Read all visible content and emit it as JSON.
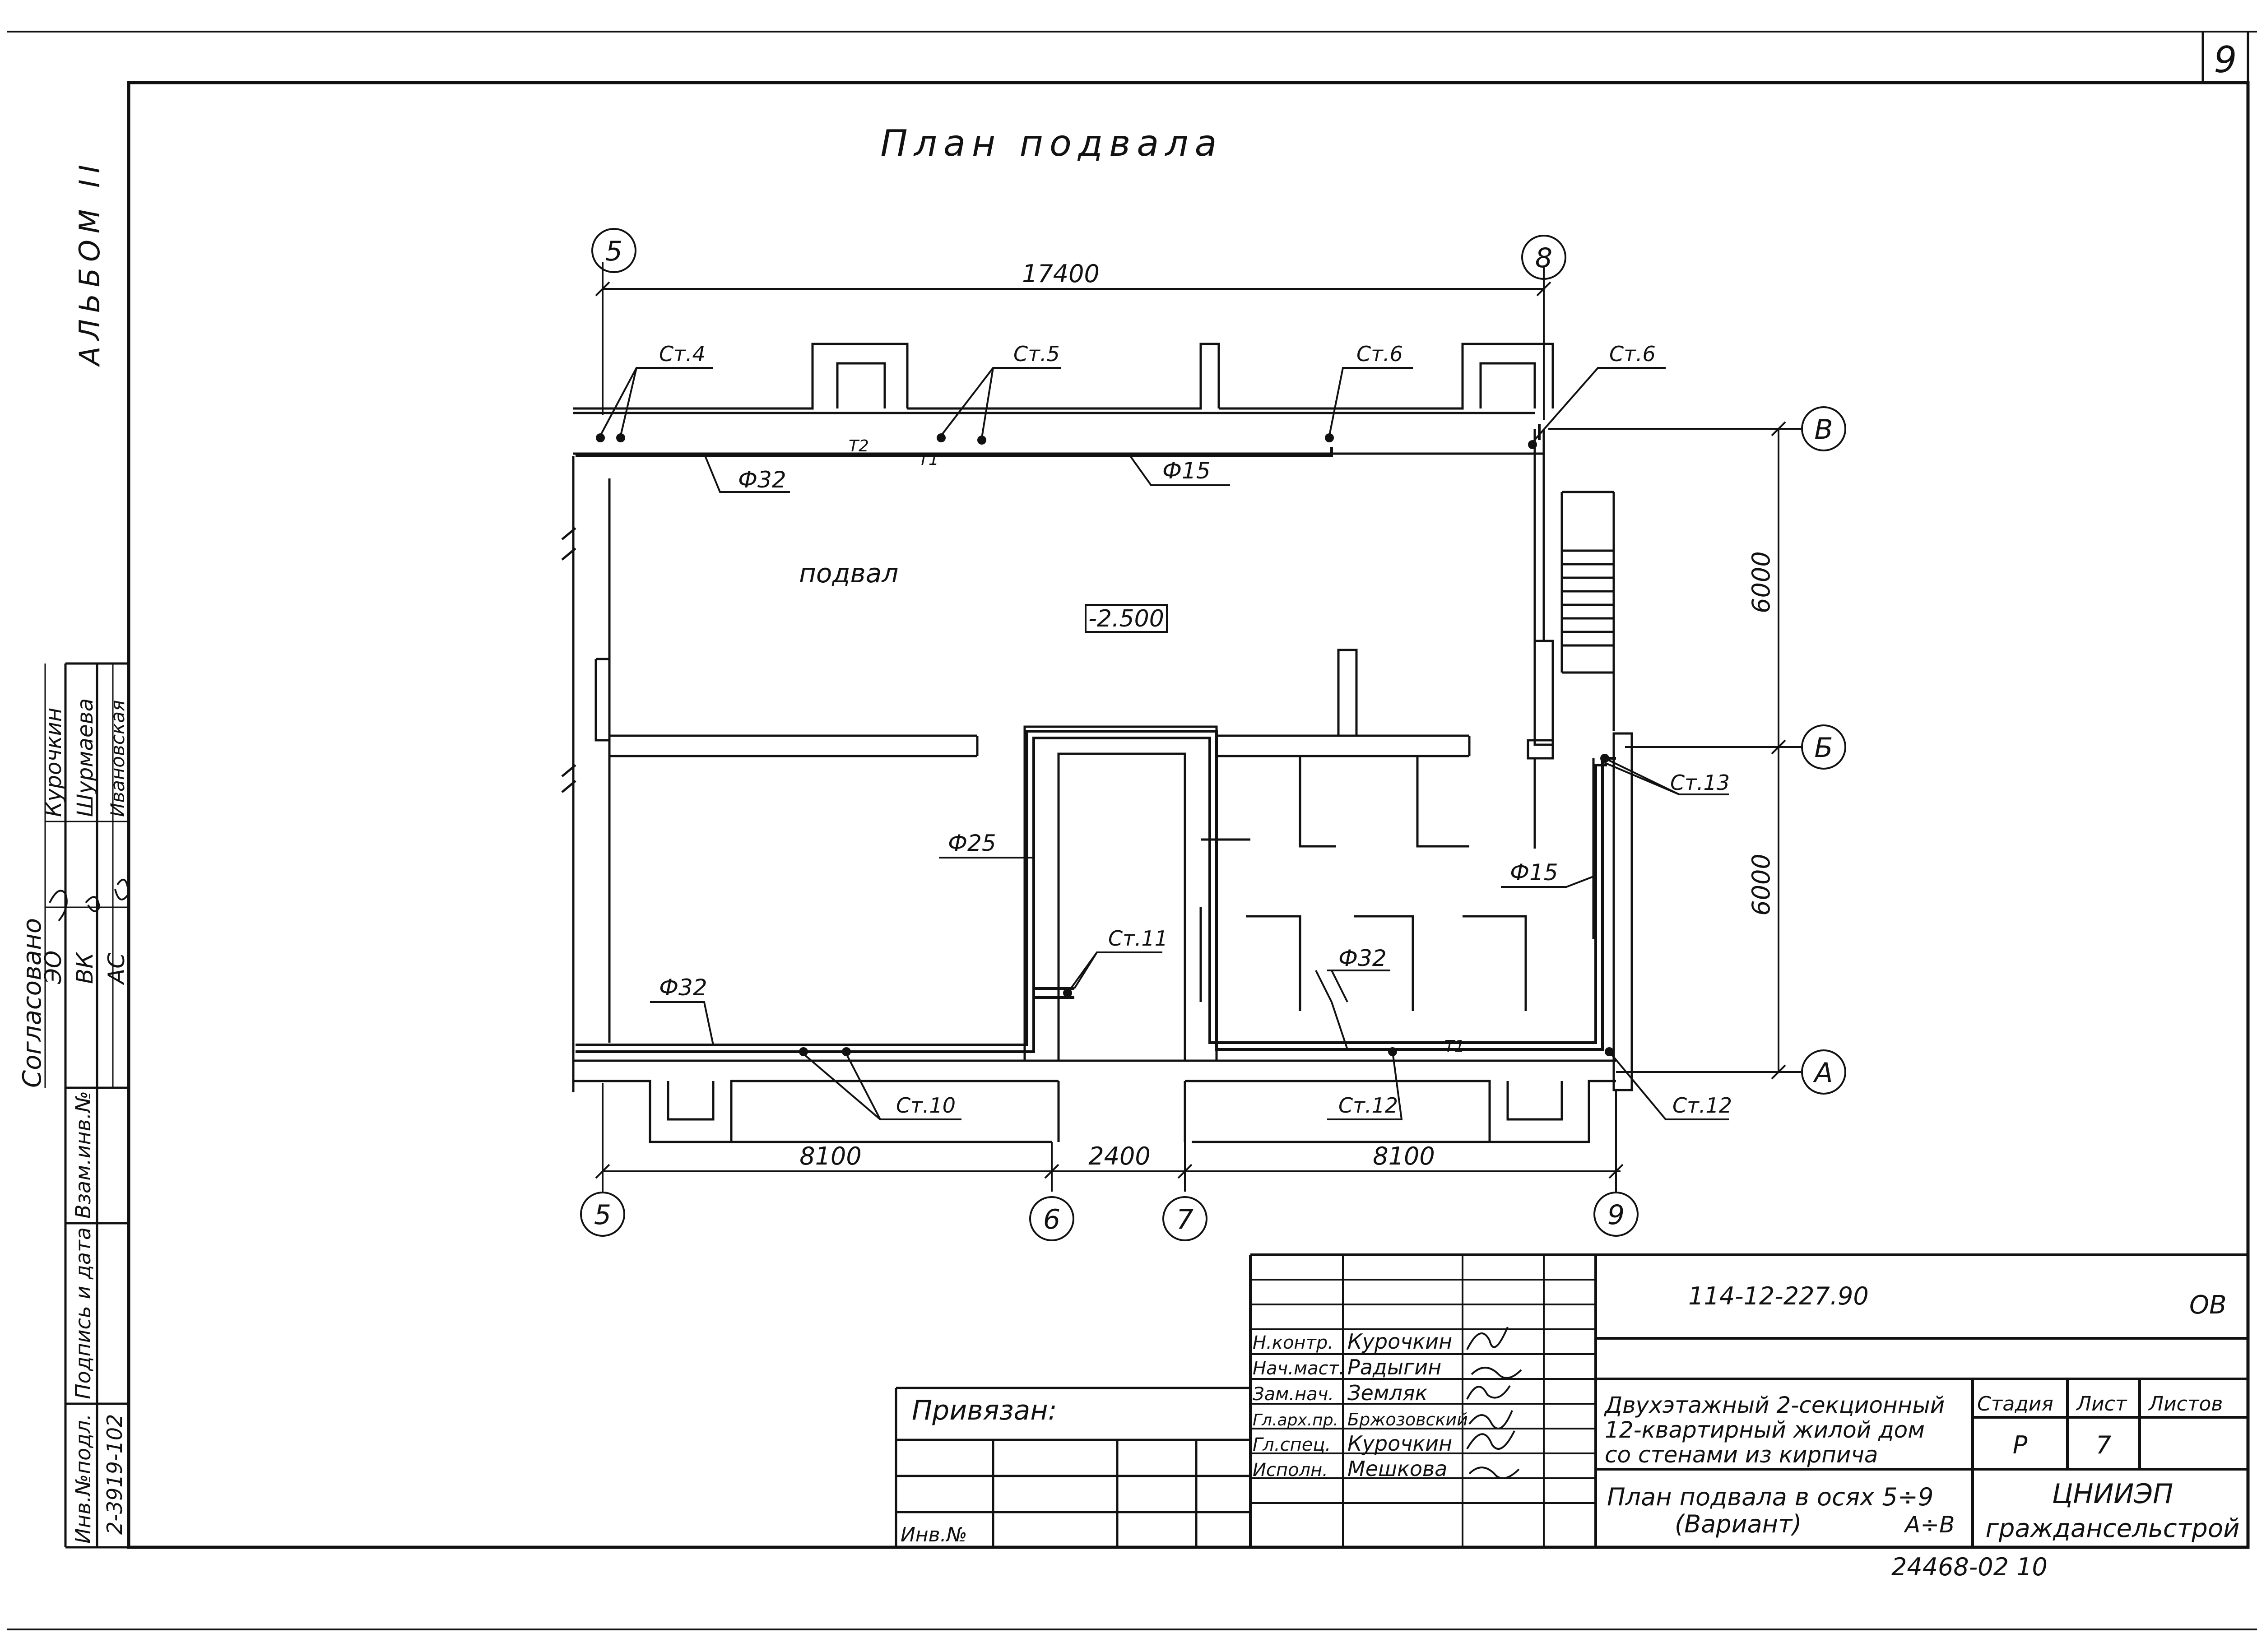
{
  "sheet": {
    "page_number": "9",
    "album_label": "АЛЬБОМ II",
    "drawing_title": "План подвала"
  },
  "plan": {
    "room_name": "подвал",
    "level_mark": "-2.500",
    "axes": {
      "a5_top": "5",
      "a8": "8",
      "a5_bottom": "5",
      "a6": "6",
      "a7": "7",
      "a9": "9",
      "ax_v": "В",
      "ax_b": "Б",
      "ax_a": "А"
    },
    "dimensions": {
      "top": "17400",
      "bottom_left": "8100",
      "bottom_mid": "2400",
      "bottom_right": "8100",
      "right_upper": "6000",
      "right_lower": "6000"
    },
    "risers": {
      "st4": "Ст.4",
      "st5": "Ст.5",
      "st6a": "Ст.6",
      "st6b": "Ст.6",
      "st13": "Ст.13",
      "st11": "Ст.11",
      "st10": "Ст.10",
      "st12a": "Ст.12",
      "st12b": "Ст.12"
    },
    "pipes": {
      "d32_top": "Ф32",
      "d15_top": "Ф15",
      "d25": "Ф25",
      "d15_right": "Ф15",
      "d32_left": "Ф32",
      "d32_right": "Ф32"
    },
    "pipe_marks": {
      "t2": "Т2",
      "t1_top": "Т1",
      "t1_bottom": "Т1"
    }
  },
  "approvals": {
    "title": "Согласовано",
    "rows": [
      {
        "dept": "ЭО",
        "name": "Курочкин"
      },
      {
        "dept": "ВК",
        "name": "Шурмаева"
      },
      {
        "dept": "АС",
        "name": "Ивановская"
      }
    ],
    "vzam_label": "Взам.инв.№",
    "sign_date_label": "Подпись и дата",
    "inv_label": "Инв.№подл.",
    "inv_value": "2-3919-102"
  },
  "privyazan": {
    "label": "Привязан:",
    "inv_label": "Инв.№"
  },
  "stamp": {
    "code": "114-12-227.90",
    "section": "ОВ",
    "signatures": [
      {
        "role": "Н.контр.",
        "name": "Курочкин"
      },
      {
        "role": "Нач.маст.",
        "name": "Радыгин"
      },
      {
        "role": "Зам.нач.",
        "name": "Земляк"
      },
      {
        "role": "Гл.арх.пр.",
        "name": "Бржозовский"
      },
      {
        "role": "Гл.спец.",
        "name": "Курочкин"
      },
      {
        "role": "Исполн.",
        "name": "Мешкова"
      }
    ],
    "project_title": [
      "Двухэтажный 2-секционный",
      "12-квартирный жилой дом",
      "со стенами из кирпича"
    ],
    "stage_label": "Стадия",
    "sheet_label": "Лист",
    "sheets_label": "Листов",
    "stage": "Р",
    "sheet": "7",
    "sheet_title_1": "План подвала в осях 5÷9",
    "sheet_title_2": "(Вариант)",
    "sheet_title_axes": "А÷В",
    "org_1": "ЦНИИЭП",
    "org_2": "граждансельстрой",
    "footer_code": "24468-02  10"
  }
}
